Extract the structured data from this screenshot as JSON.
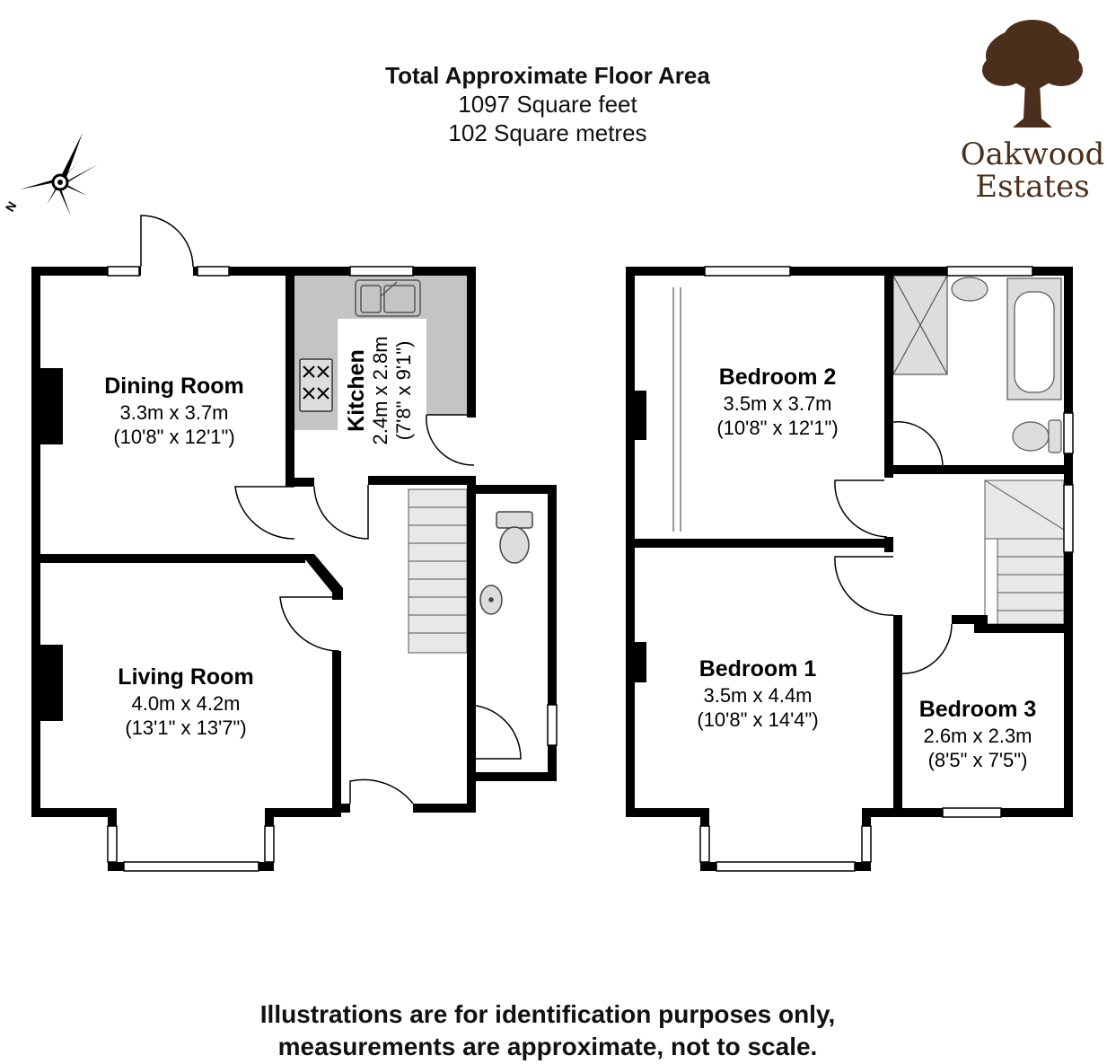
{
  "header": {
    "title": "Total Approximate Floor Area",
    "square_feet": "1097 Square feet",
    "square_metres": "102 Square metres"
  },
  "logo": {
    "line1": "Oakwood",
    "line2": "Estates",
    "color": "#4b2e1b"
  },
  "compass": {
    "label": "N"
  },
  "rooms": {
    "dining": {
      "name": "Dining Room",
      "metric": "3.3m x 3.7m",
      "imperial": "(10'8\" x 12'1\")"
    },
    "kitchen": {
      "name": "Kitchen",
      "metric": "2.4m x 2.8m",
      "imperial": "(7'8\" x 9'1\")"
    },
    "living": {
      "name": "Living Room",
      "metric": "4.0m x 4.2m",
      "imperial": "(13'1\" x 13'7\")"
    },
    "bedroom2": {
      "name": "Bedroom 2",
      "metric": "3.5m x 3.7m",
      "imperial": "(10'8\" x 12'1\")"
    },
    "bedroom1": {
      "name": "Bedroom 1",
      "metric": "3.5m x 4.4m",
      "imperial": "(10'8\" x 14'4\")"
    },
    "bedroom3": {
      "name": "Bedroom 3",
      "metric": "2.6m x 2.3m",
      "imperial": "(8'5\" x 7'5\")"
    }
  },
  "footer": {
    "line1": "Illustrations are for identification purposes only,",
    "line2": "measurements are approximate, not to scale."
  }
}
